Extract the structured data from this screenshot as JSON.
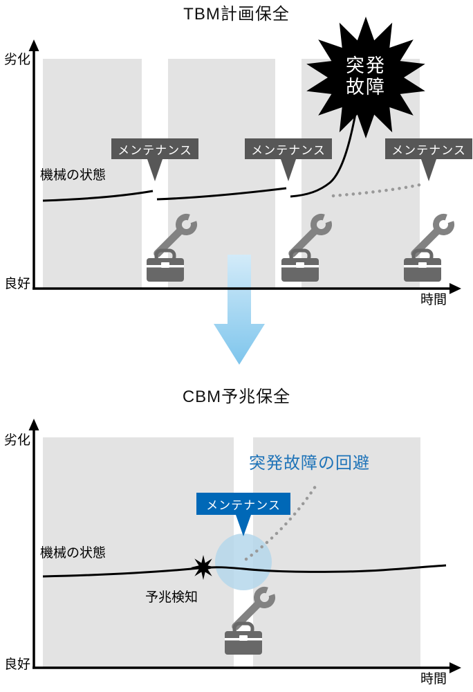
{
  "top": {
    "title": "TBM計画保全",
    "y_top": "劣化",
    "y_bottom": "良好",
    "x_label": "時間",
    "machine_state": "機械の状態",
    "maintenance": [
      "メンテナンス",
      "メンテナンス",
      "メンテナンス"
    ],
    "failure_line1": "突発",
    "failure_line2": "故障"
  },
  "bottom": {
    "title": "CBM予兆保全",
    "y_top": "劣化",
    "y_bottom": "良好",
    "x_label": "時間",
    "machine_state": "機械の状態",
    "maintenance": "メンテナンス",
    "avoidance": "突発故障の回避",
    "detection": "予兆検知"
  },
  "icons": {
    "wrench": "wrench-icon",
    "toolbox": "toolbox-icon",
    "failure_burst": "starburst-icon",
    "transition_arrow": "down-arrow-icon"
  },
  "colors": {
    "interval_block": "#e3e3e3",
    "maintenance_callout_dark": "#575757",
    "maintenance_callout_blue": "#0068b7",
    "avoidance_text_blue": "#1e73b8",
    "dotted_line": "#999999",
    "highlight_circle": "#b5d7eb",
    "tool_gray": "#828282",
    "toolbox_gray": "#686868",
    "arrow_gradient_top": "#d3ebf9",
    "arrow_gradient_bottom": "#7ec5ec"
  }
}
